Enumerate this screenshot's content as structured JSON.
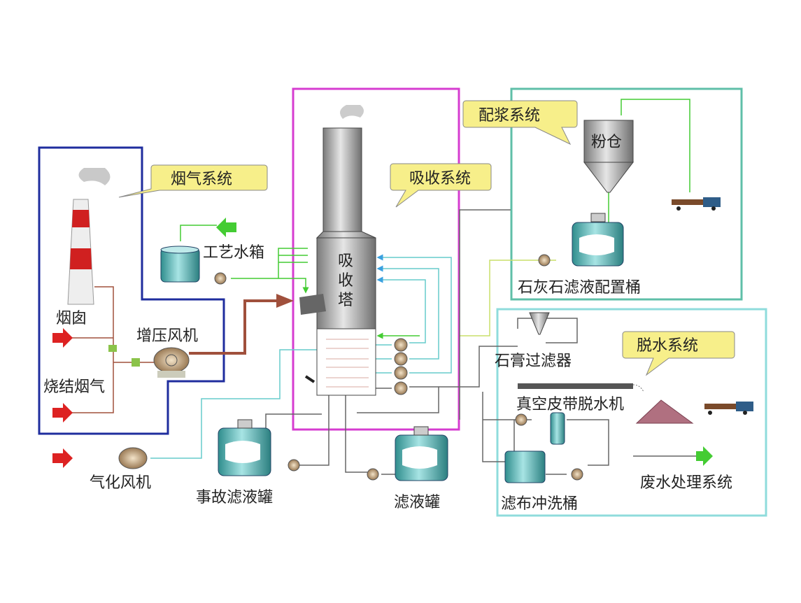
{
  "systems": {
    "flue_gas": "烟气系统",
    "absorption": "吸收系统",
    "slurry": "配浆系统",
    "dewatering": "脱水系统"
  },
  "equipment": {
    "chimney": "烟囱",
    "booster_fan": "增压风机",
    "sinter_gas": "烧结烟气",
    "process_water_tank": "工艺水箱",
    "absorber": [
      "吸",
      "收",
      "塔"
    ],
    "powder_silo": "粉仓",
    "limestone_tank": "石灰石滤液配置桶",
    "gypsum_filter": "石膏过滤器",
    "vacuum_belt": "真空皮带脱水机",
    "wastewater": "废水处理系统",
    "cloth_wash_tank": "滤布冲洗桶",
    "filtrate_tank": "滤液罐",
    "emergency_tank": "事故滤液罐",
    "oxidation_fan": "气化风机"
  },
  "colors": {
    "flue_box": "#1f2d9e",
    "absorb_box": "#d63cd0",
    "slurry_box": "#5fbfa8",
    "dewater_box": "#8fdcdc",
    "callout": "#f7ef8a",
    "flue_pipe": "#a0503c",
    "water": "#44cc33",
    "slurry_pipe": "#66cccc"
  }
}
